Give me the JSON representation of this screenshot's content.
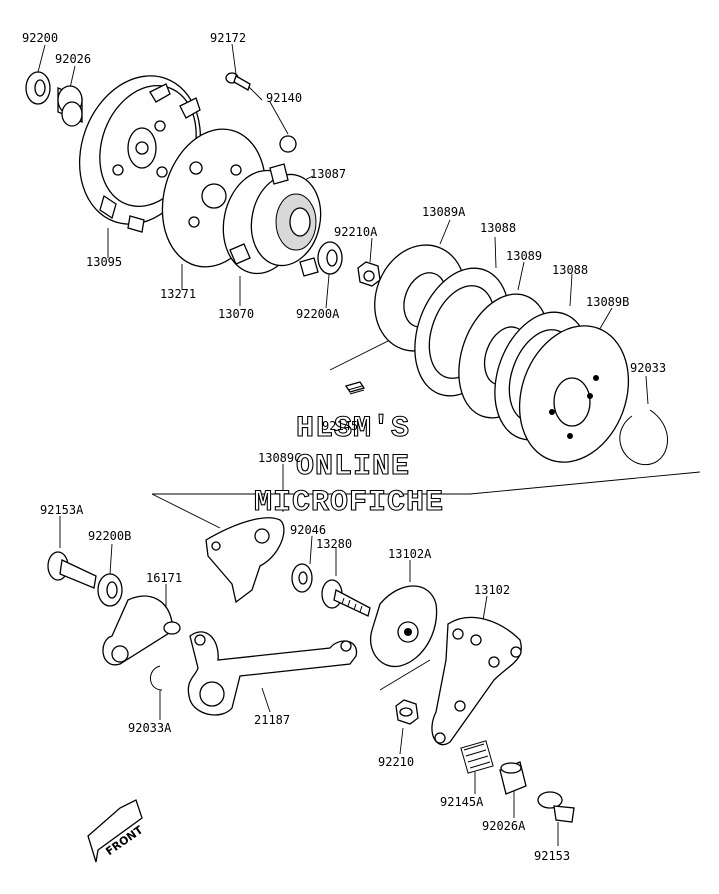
{
  "watermark": {
    "line1": "HLSM'S",
    "line2": "ONLINE",
    "line3": "MICROFICHE"
  },
  "front_label": "FRONT",
  "parts": [
    {
      "id": "92200"
    },
    {
      "id": "92026"
    },
    {
      "id": "92172"
    },
    {
      "id": "92140"
    },
    {
      "id": "13087"
    },
    {
      "id": "13095"
    },
    {
      "id": "13271"
    },
    {
      "id": "13070"
    },
    {
      "id": "92200A"
    },
    {
      "id": "92210A"
    },
    {
      "id": "13089A"
    },
    {
      "id": "13088"
    },
    {
      "id": "13089"
    },
    {
      "id": "13088"
    },
    {
      "id": "13089B"
    },
    {
      "id": "92033"
    },
    {
      "id": "92145"
    },
    {
      "id": "13089C"
    },
    {
      "id": "92153A"
    },
    {
      "id": "92200B"
    },
    {
      "id": "16171"
    },
    {
      "id": "92046"
    },
    {
      "id": "13280"
    },
    {
      "id": "13102A"
    },
    {
      "id": "13102"
    },
    {
      "id": "92033A"
    },
    {
      "id": "21187"
    },
    {
      "id": "92210"
    },
    {
      "id": "92145A"
    },
    {
      "id": "92026A"
    },
    {
      "id": "92153"
    }
  ]
}
